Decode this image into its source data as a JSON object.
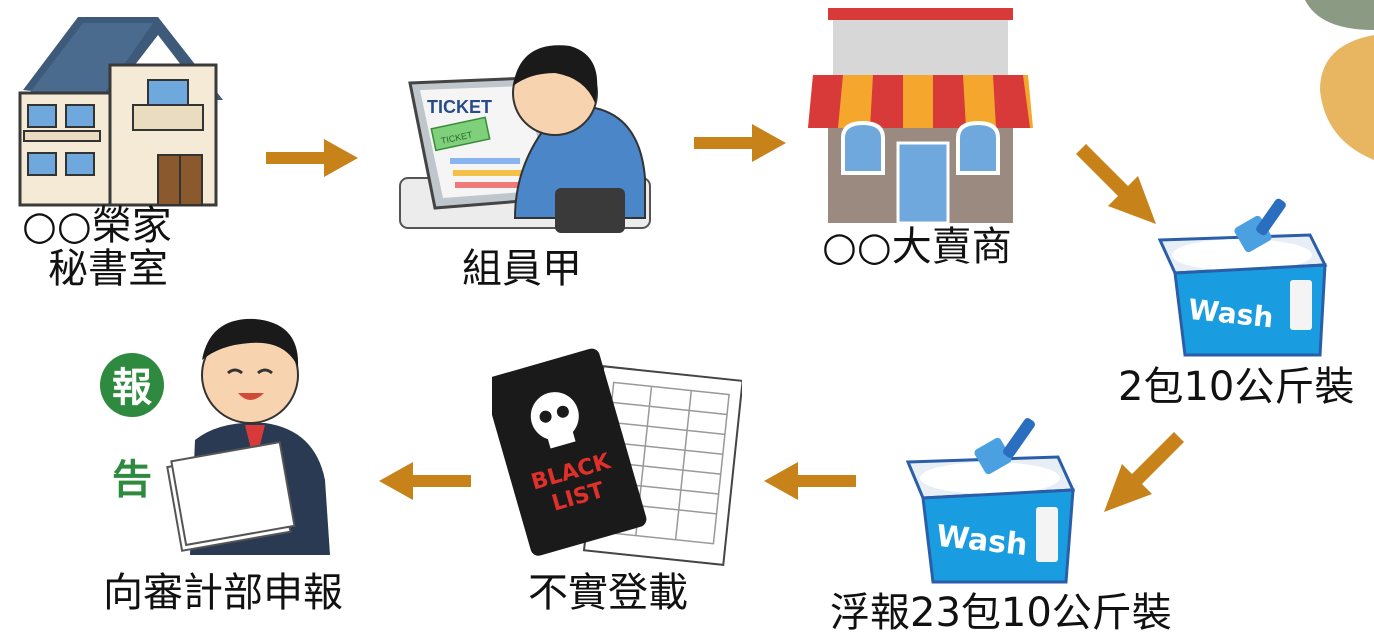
{
  "nodes": {
    "home": {
      "label_line1": "○○榮家",
      "label_line2": "秘書室"
    },
    "member": {
      "label": "組員甲"
    },
    "store": {
      "label": "○○大賣商"
    },
    "actual": {
      "label": "2包10公斤裝"
    },
    "inflated": {
      "label": "浮報23包10公斤裝"
    },
    "record": {
      "label": "不實登載"
    },
    "report": {
      "label": "向審計部申報"
    }
  },
  "illustration_text": {
    "ticket_screen": "TICKET",
    "ticket_small": "TICKET",
    "wash": "Wash",
    "blacklist_line1": "BLACK",
    "blacklist_line2": "LIST",
    "report_char1": "報",
    "report_char2": "告"
  },
  "colors": {
    "arrow": "#c8821a",
    "corner_gray": "#8a9a83",
    "corner_yellow": "#e8b660"
  }
}
